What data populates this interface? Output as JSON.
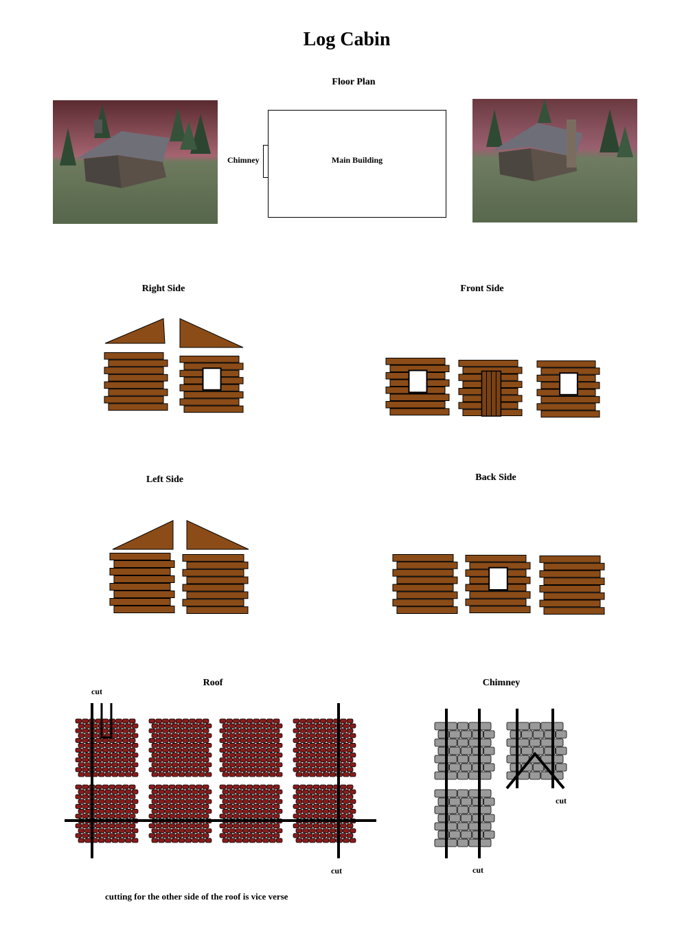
{
  "page": {
    "title": "Log Cabin"
  },
  "floor_plan": {
    "heading": "Floor Plan",
    "chimney_label": "Chimney",
    "main_label": "Main Building"
  },
  "sections": {
    "right_side": "Right Side",
    "front_side": "Front Side",
    "left_side": "Left Side",
    "back_side": "Back Side",
    "roof": "Roof",
    "chimney": "Chimney"
  },
  "cut_labels": {
    "roof_top": "cut",
    "roof_bottom": "cut",
    "chimney_right": "cut",
    "chimney_bottom": "cut"
  },
  "roof_note": "cutting for the other side of the roof is vice verse",
  "colors": {
    "log": "#8b4c18",
    "roof_tile": "#8a1b1b",
    "stone": "#9a9a9a",
    "grass": "#5f6e52",
    "foliage": "#8a4850"
  }
}
